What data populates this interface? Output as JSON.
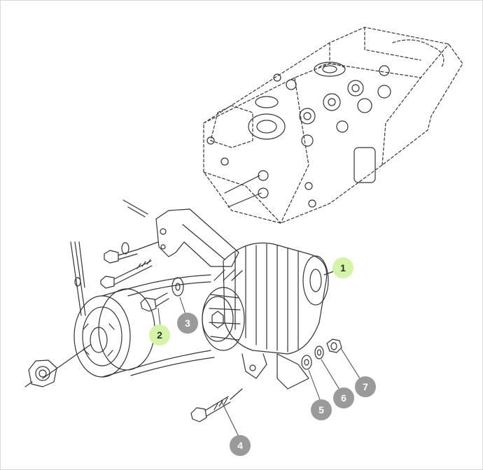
{
  "callouts": [
    {
      "label": "1",
      "state": "highlighted"
    },
    {
      "label": "2",
      "state": "highlighted"
    },
    {
      "label": "3",
      "state": "normal"
    },
    {
      "label": "4",
      "state": "normal"
    },
    {
      "label": "5",
      "state": "normal"
    },
    {
      "label": "6",
      "state": "normal"
    },
    {
      "label": "7",
      "state": "normal"
    }
  ],
  "colors": {
    "highlight_fill": "#d4f5a8",
    "normal_fill": "#9a9a9a",
    "line": "#333333"
  }
}
